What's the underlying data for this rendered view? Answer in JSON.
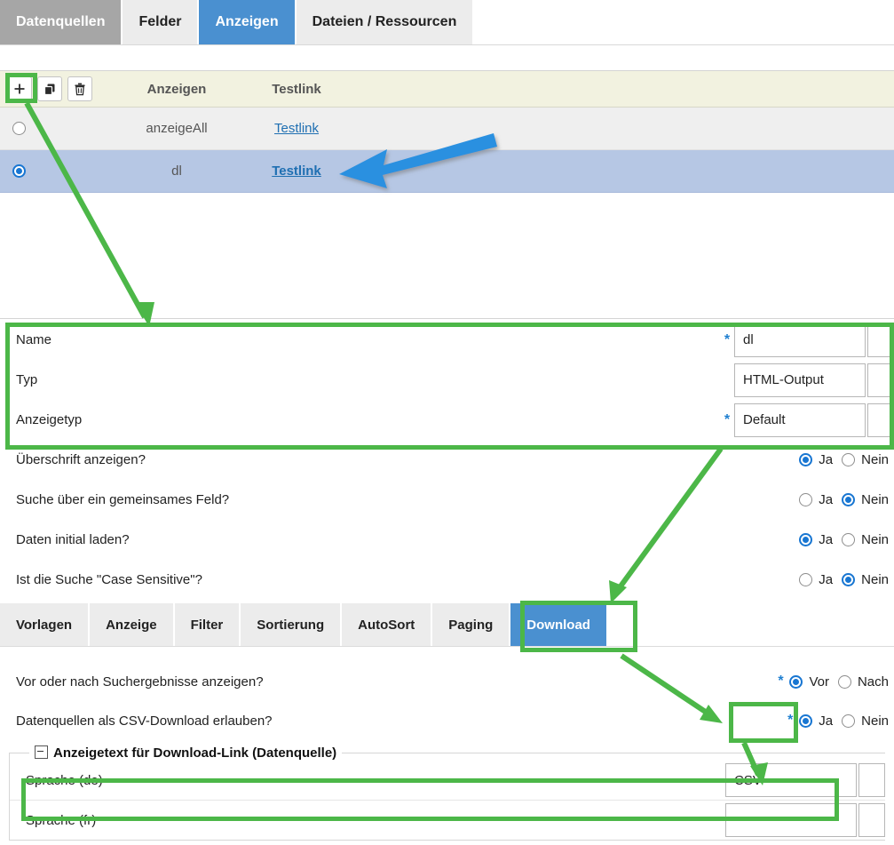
{
  "top_tabs": [
    {
      "label": "Datenquellen",
      "state": "grey"
    },
    {
      "label": "Felder",
      "state": "normal"
    },
    {
      "label": "Anzeigen",
      "state": "blue"
    },
    {
      "label": "Dateien / Ressourcen",
      "state": "normal"
    }
  ],
  "toolbar": {
    "add_icon": "plus-icon",
    "copy_icon": "copy-icon",
    "delete_icon": "trash-icon"
  },
  "table": {
    "headers": {
      "name": "Anzeigen",
      "link": "Testlink"
    },
    "rows": [
      {
        "name": "anzeigeAll",
        "link": "Testlink",
        "selected": false
      },
      {
        "name": "dl",
        "link": "Testlink",
        "selected": true
      }
    ]
  },
  "form": {
    "fields": [
      {
        "label": "Name",
        "required": true,
        "value": "dl"
      },
      {
        "label": "Typ",
        "required": false,
        "value": "HTML-Output"
      },
      {
        "label": "Anzeigetyp",
        "required": true,
        "value": "Default"
      }
    ],
    "questions": [
      {
        "label": "Überschrift anzeigen?",
        "yes": "Ja",
        "no": "Nein",
        "selected": "yes"
      },
      {
        "label": "Suche über ein gemeinsames Feld?",
        "yes": "Ja",
        "no": "Nein",
        "selected": "no"
      },
      {
        "label": "Daten initial laden?",
        "yes": "Ja",
        "no": "Nein",
        "selected": "yes"
      },
      {
        "label": "Ist die Suche \"Case Sensitive\"?",
        "yes": "Ja",
        "no": "Nein",
        "selected": "no"
      }
    ]
  },
  "sub_tabs": [
    {
      "label": "Vorlagen",
      "active": false
    },
    {
      "label": "Anzeige",
      "active": false
    },
    {
      "label": "Filter",
      "active": false
    },
    {
      "label": "Sortierung",
      "active": false
    },
    {
      "label": "AutoSort",
      "active": false
    },
    {
      "label": "Paging",
      "active": false
    },
    {
      "label": "Download",
      "active": true
    }
  ],
  "download_panel": {
    "questions": [
      {
        "label": "Vor oder nach Suchergebnisse anzeigen?",
        "required": true,
        "yes": "Vor",
        "no": "Nach",
        "selected": "yes"
      },
      {
        "label": "Datenquellen als CSV-Download erlauben?",
        "required": true,
        "yes": "Ja",
        "no": "Nein",
        "selected": "yes"
      }
    ],
    "fieldset_legend": "Anzeigetext für Download-Link (Datenquelle)",
    "languages": [
      {
        "label": "Sprache (de)",
        "value": "CSV"
      },
      {
        "label": "Sprache (fr)",
        "value": ""
      }
    ]
  },
  "annotations": {
    "highlight_color": "#4cb748",
    "pointer_color": "#2a90e0"
  }
}
